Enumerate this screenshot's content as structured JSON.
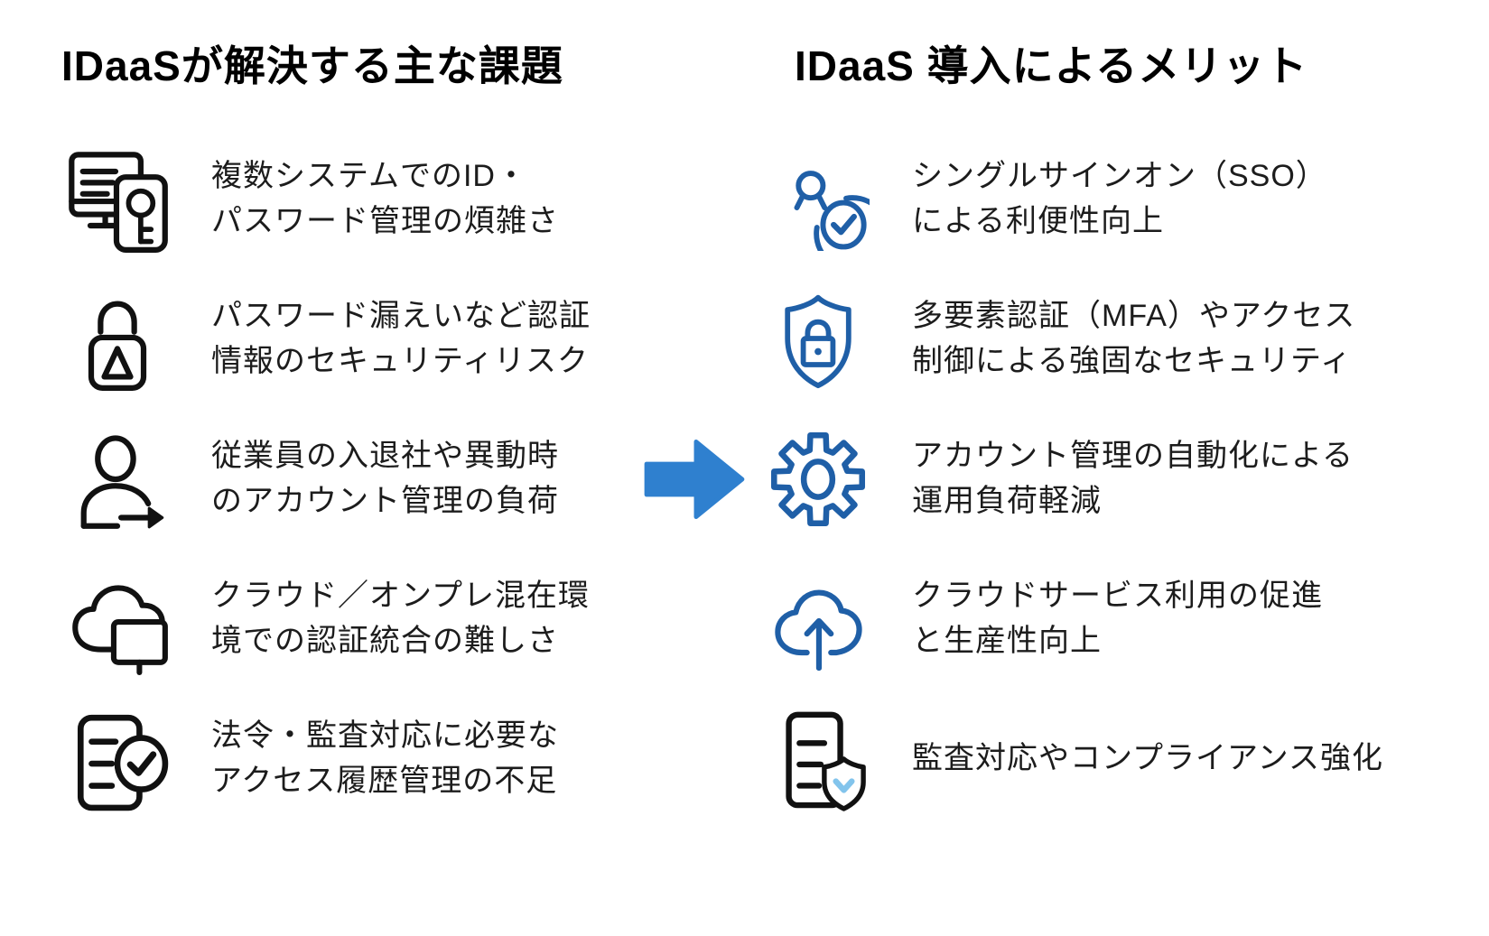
{
  "page": {
    "background": "#ffffff"
  },
  "colors": {
    "icon_black": "#111111",
    "icon_blue": "#1f5fa7",
    "arrow_blue": "#2f80cf",
    "check_lightblue": "#82c4ec",
    "body_text": "#1c1c1c",
    "title_text": "#000000"
  },
  "left_section": {
    "title": "IDaaSが解決する主な課題",
    "items": [
      {
        "icon": "monitor-id-key-icon",
        "text": "複数システムでのID・\nパスワード管理の煩雑さ"
      },
      {
        "icon": "lock-warning-icon",
        "text": "パスワード漏えいなど認証\n情報のセキュリティリスク"
      },
      {
        "icon": "user-transfer-icon",
        "text": "従業員の入退社や異動時\nのアカウント管理の負荷"
      },
      {
        "icon": "cloud-onprem-icon",
        "text": "クラウド／オンプレ混在環\n境での認証統合の難しさ"
      },
      {
        "icon": "audit-log-check-icon",
        "text": "法令・監査対応に必要な\nアクセス履歴管理の不足"
      }
    ]
  },
  "right_section": {
    "title": "IDaaS 導入によるメリット",
    "items": [
      {
        "icon": "sso-user-check-icon",
        "text": "シングルサインオン（SSO）\nによる利便性向上"
      },
      {
        "icon": "shield-lock-icon",
        "text": "多要素認証（MFA）やアクセス\n制御による強固なセキュリティ"
      },
      {
        "icon": "gear-icon",
        "text": "アカウント管理の自動化による\n運用負荷軽減"
      },
      {
        "icon": "cloud-upload-icon",
        "text": "クラウドサービス利用の促進\nと生産性向上"
      },
      {
        "icon": "compliance-shield-icon",
        "text": "監査対応やコンプライアンス強化"
      }
    ]
  },
  "arrow": {
    "icon": "transform-right-arrow-icon"
  }
}
